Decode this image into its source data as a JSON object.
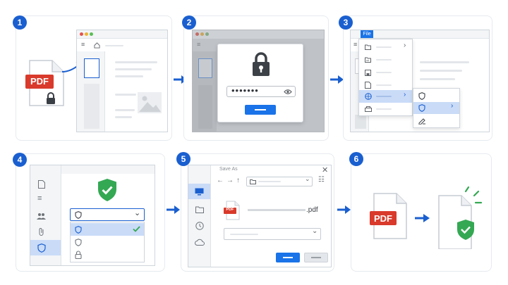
{
  "steps": [
    {
      "number": "1"
    },
    {
      "number": "2"
    },
    {
      "number": "3"
    },
    {
      "number": "4"
    },
    {
      "number": "5"
    },
    {
      "number": "6"
    }
  ],
  "step1": {
    "pdf_label": "PDF"
  },
  "step2": {
    "password_mask": "•••••••"
  },
  "step3": {
    "menu_label": "File"
  },
  "step5": {
    "dialog_title": "Save As",
    "file_extension": ".pdf",
    "file_icon_label": "PDF"
  },
  "step6": {
    "pdf_label": "PDF"
  },
  "colors": {
    "accent": "#1a5fd0",
    "pdf_red": "#d93a2b",
    "shield_green": "#34a853",
    "selected": "#c9dbf7"
  }
}
